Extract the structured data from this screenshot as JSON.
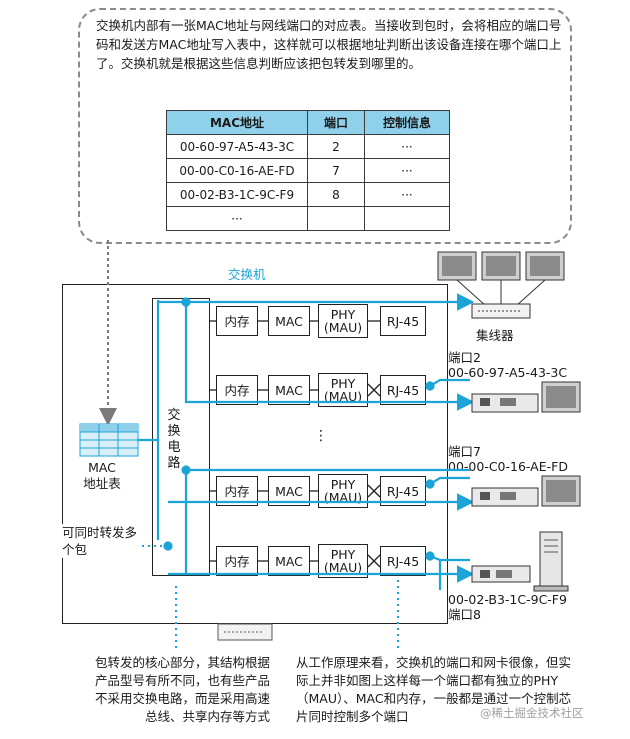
{
  "callout": {
    "text": "交换机内部有一张MAC地址与网线端口的对应表。当接收到包时，会将相应的端口号码和发送方MAC地址写入表中，这样就可以根据地址判断出该设备连接在哪个端口上了。交换机就是根据这些信息判断应该把包转发到哪里的。"
  },
  "table": {
    "headers": [
      "MAC地址",
      "端口",
      "控制信息"
    ],
    "rows": [
      [
        "00-60-97-A5-43-3C",
        "2",
        "···"
      ],
      [
        "00-00-C0-16-AE-FD",
        "7",
        "···"
      ],
      [
        "00-02-B3-1C-9C-F9",
        "8",
        "···"
      ],
      [
        "···",
        "",
        ""
      ]
    ]
  },
  "switch": {
    "title": "交换机",
    "circuit_label": "交换电路",
    "mac_table_label": "MAC\n地址表",
    "concurrent_label": "可同时转发多个包",
    "vertical_dots": "⋮",
    "rows": [
      {
        "mem": "内存",
        "mac": "MAC",
        "phy": "PHY\n(MAU)",
        "rj": "RJ-45"
      },
      {
        "mem": "内存",
        "mac": "MAC",
        "phy": "PHY\n(MAU)",
        "rj": "RJ-45"
      },
      {
        "mem": "内存",
        "mac": "MAC",
        "phy": "PHY\n(MAU)",
        "rj": "RJ-45"
      },
      {
        "mem": "内存",
        "mac": "MAC",
        "phy": "PHY\n(MAU)",
        "rj": "RJ-45"
      }
    ]
  },
  "devices": {
    "hub_label": "集线器",
    "port2": {
      "port": "端口2",
      "mac": "00-60-97-A5-43-3C"
    },
    "port7": {
      "port": "端口7",
      "mac": "00-00-C0-16-AE-FD"
    },
    "port8": {
      "mac": "00-02-B3-1C-9C-F9",
      "port": "端口8"
    }
  },
  "notes": {
    "left": "包转发的核心部分，其结构根据产品型号有所不同，也有些产品不采用交换电路，而是采用高速总线、共享内存等方式",
    "right": "从工作原理来看，交换机的端口和网卡很像，但实际上并非如图上这样每一个端口都有独立的PHY（MAU）、MAC和内存，一般都是通过一个控制芯片同时控制多个端口"
  },
  "watermark": "@稀土掘金技术社区",
  "colors": {
    "accent": "#1ba4d8",
    "table_header": "#8fd0ea"
  }
}
